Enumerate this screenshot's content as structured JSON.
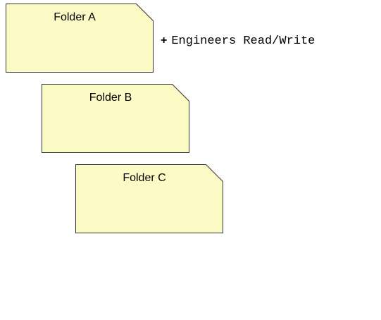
{
  "colors": {
    "folder_fill": "#fdfbc5",
    "folder_stroke": "#333333"
  },
  "folders": [
    {
      "label": "Folder A"
    },
    {
      "label": "Folder B"
    },
    {
      "label": "Folder C"
    }
  ],
  "permission": {
    "symbol": "+",
    "text": "Engineers Read/Write"
  }
}
